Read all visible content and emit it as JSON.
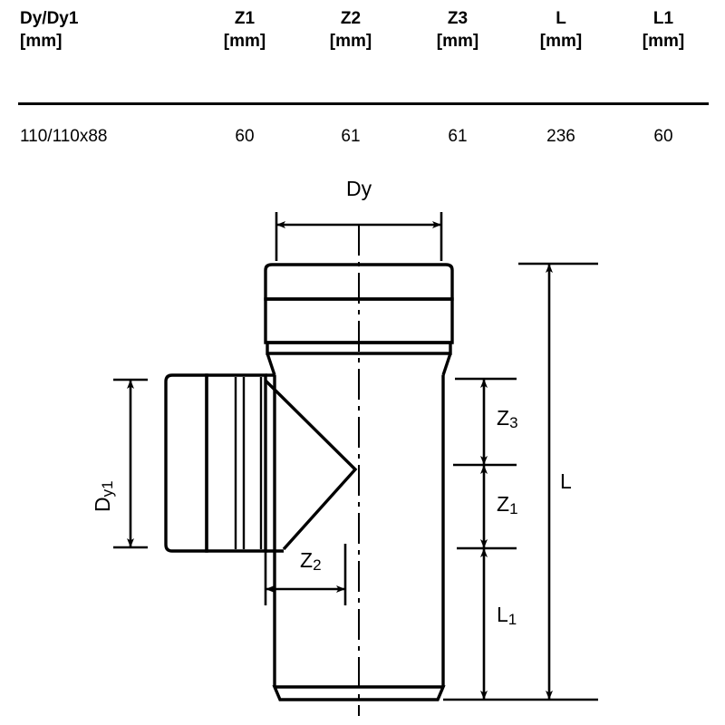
{
  "table": {
    "headers": [
      {
        "name": "Dy/Dy1",
        "unit": "[mm]"
      },
      {
        "name": "Z1",
        "unit": "[mm]"
      },
      {
        "name": "Z2",
        "unit": "[mm]"
      },
      {
        "name": "Z3",
        "unit": "[mm]"
      },
      {
        "name": "L",
        "unit": "[mm]"
      },
      {
        "name": "L1",
        "unit": "[mm]"
      }
    ],
    "rows": [
      {
        "size": "110/110x88",
        "z1": "60",
        "z2": "61",
        "z3": "61",
        "l": "236",
        "l1": "60"
      }
    ]
  },
  "drawing": {
    "title": "single branch pipe technical drawing",
    "dimensions": {
      "dy": "Dy",
      "dy1_main": "D",
      "dy1_sub": "y1",
      "z1_main": "Z",
      "z1_sub": "1",
      "z2_main": "Z",
      "z2_sub": "2",
      "z3_main": "Z",
      "z3_sub": "3",
      "l": "L",
      "l1_main": "L",
      "l1_sub": "1"
    },
    "colors": {
      "line": "#000000",
      "background": "#ffffff"
    }
  }
}
